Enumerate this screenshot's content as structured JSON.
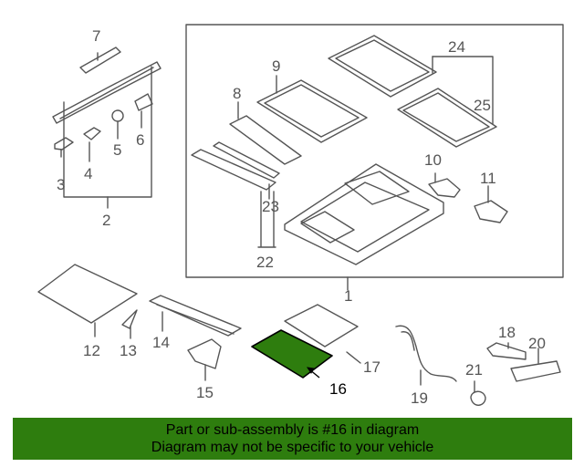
{
  "diagram": {
    "callouts": [
      "1",
      "2",
      "3",
      "4",
      "5",
      "6",
      "7",
      "8",
      "9",
      "10",
      "11",
      "12",
      "13",
      "14",
      "15",
      "16",
      "17",
      "18",
      "19",
      "20",
      "21",
      "22",
      "23",
      "24",
      "25"
    ],
    "highlight_part": "16",
    "highlight_color": "#2e7d0e"
  },
  "banner": {
    "line1": "Part or sub-assembly is #16 in diagram",
    "line2": "Diagram may not be specific to your vehicle",
    "background": "#2e7d0e"
  }
}
